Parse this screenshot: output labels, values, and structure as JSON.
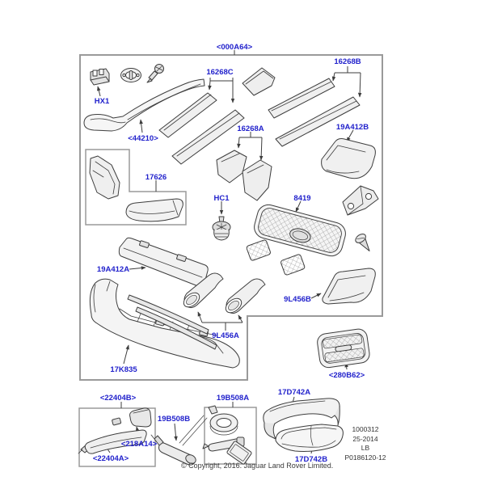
{
  "colors": {
    "label": "#2222cc",
    "line": "#3d3d3d",
    "box_border": "#9a9a9a",
    "background": "#ffffff"
  },
  "labels": {
    "000A64": {
      "text": "<000A64>"
    },
    "HX1": {
      "text": "HX1"
    },
    "16268C": {
      "text": "16268C"
    },
    "16268B": {
      "text": "16268B"
    },
    "44210": {
      "text": "<44210>"
    },
    "16268A": {
      "text": "16268A"
    },
    "19A412B": {
      "text": "19A412B"
    },
    "17626": {
      "text": "17626"
    },
    "HC1": {
      "text": "HC1"
    },
    "8419": {
      "text": "8419"
    },
    "19A412A": {
      "text": "19A412A"
    },
    "9L456B": {
      "text": "9L456B"
    },
    "9L456A": {
      "text": "9L456A"
    },
    "17K835": {
      "text": "17K835"
    },
    "280B62": {
      "text": "<280B62>"
    },
    "22404B": {
      "text": "<22404B>"
    },
    "19B508A": {
      "text": "19B508A"
    },
    "17D742A": {
      "text": "17D742A"
    },
    "19B508B": {
      "text": "19B508B"
    },
    "218A14": {
      "text": "<218A14>"
    },
    "22404A": {
      "text": "<22404A>"
    },
    "17D742B": {
      "text": "17D742B"
    }
  },
  "plate": {
    "line1": "1000312",
    "line2": "25-2014",
    "line3": "LB",
    "line4": "P0186120-12"
  },
  "footer": {
    "copyright": "© Copyright, 2016. Jaguar Land Rover Limited."
  }
}
